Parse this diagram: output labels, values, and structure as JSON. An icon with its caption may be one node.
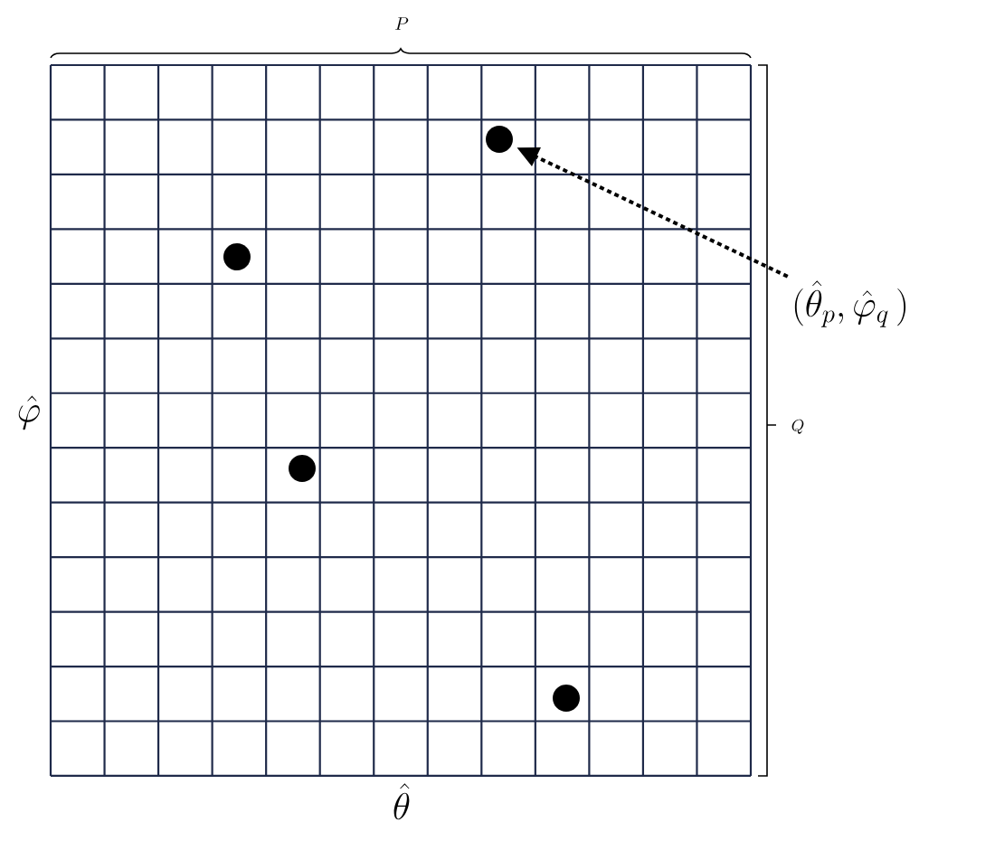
{
  "diagram": {
    "nodes": [
      {
        "text": [],
        "shape": "circle"
      },
      {
        "text": [],
        "shape": "circle"
      },
      {
        "text": [],
        "shape": "circle"
      },
      {
        "text": [],
        "shape": "circle"
      },
      {
        "text": [
          "(\\hat{\\theta}_p, \\hat{\\varphi}_q\\,)"
        ]
      }
    ],
    "edges": [
      {
        "from": 4,
        "to": 0,
        "arrow": "to",
        "style": "dashed"
      }
    ],
    "labels": [
      "P",
      "Q",
      "\\hat{\\varphi}",
      "\\hat{\\theta}"
    ]
  }
}
